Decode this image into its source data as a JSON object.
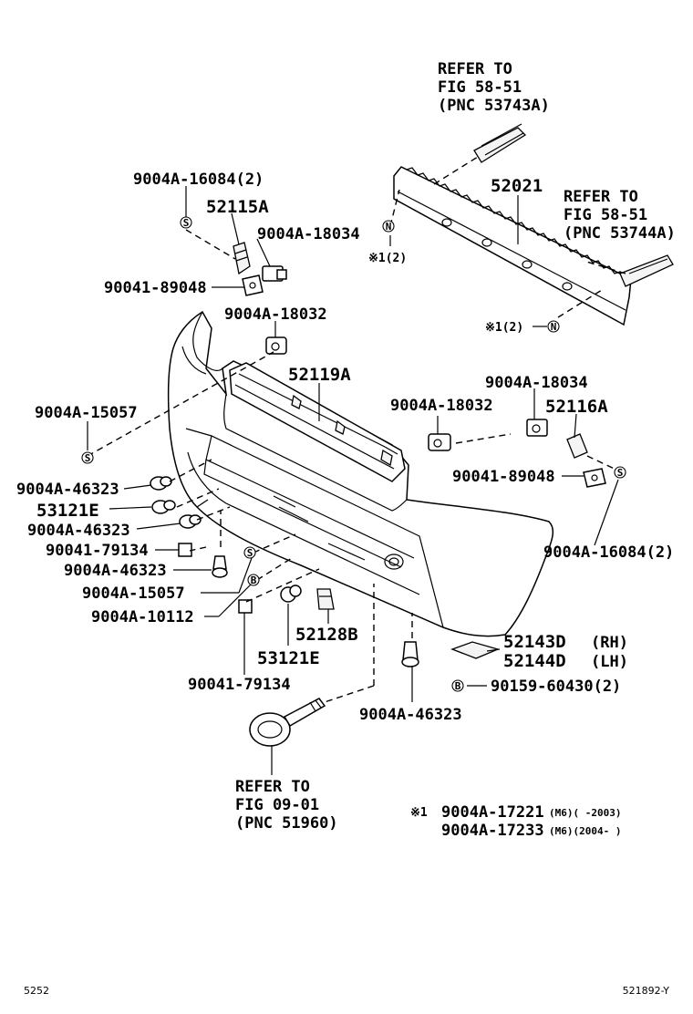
{
  "refs": {
    "top_ref": [
      "REFER TO",
      "FIG 58-51",
      "(PNC 53743A)"
    ],
    "right_ref": [
      "REFER TO",
      "FIG 58-51",
      "(PNC 53744A)"
    ],
    "bottom_ref": [
      "REFER TO",
      "FIG 09-01",
      "(PNC 51960)"
    ]
  },
  "labels": {
    "p_9004A_16084_top": "9004A-16084(2)",
    "p_52115A": "52115A",
    "p_9004A_18034_top": "9004A-18034",
    "p_90041_89048_left": "90041-89048",
    "p_52021": "52021",
    "p_note_n_top": "※1(2)",
    "p_note_n_bottom": "※1(2)",
    "p_9004A_18032_top": "9004A-18032",
    "p_52119A": "52119A",
    "p_9004A_15057_left": "9004A-15057",
    "p_9004A_46323_a": "9004A-46323",
    "p_53121E_left": "53121E",
    "p_9004A_46323_b": "9004A-46323",
    "p_90041_79134_left": "90041-79134",
    "p_9004A_46323_c": "9004A-46323",
    "p_9004A_15057_mid": "9004A-15057",
    "p_9004A_10112": "9004A-10112",
    "p_9004A_18032_mid": "9004A-18032",
    "p_9004A_18034_right": "9004A-18034",
    "p_52116A": "52116A",
    "p_90041_89048_right": "90041-89048",
    "p_9004A_16084_right": "9004A-16084(2)",
    "p_52128B": "52128B",
    "p_53121E_bottom": "53121E",
    "p_90041_79134_bottom": "90041-79134",
    "p_52143D": "52143D",
    "p_52143D_side": "(RH)",
    "p_52144D": "52144D",
    "p_52144D_side": "(LH)",
    "p_90159_60430": "90159-60430(2)",
    "p_9004A_46323_bottom": "9004A-46323"
  },
  "symbols": {
    "s": "S",
    "n": "N",
    "b": "B"
  },
  "footnote": {
    "mark": "※1",
    "line1_part": "9004A-17221",
    "line1_spec": "(M6)(      -2003)",
    "line2_part": "9004A-17233",
    "line2_spec": "(M6)(2004-      )"
  },
  "footer": {
    "left_code": "5252",
    "right_code": "521892-Y"
  }
}
